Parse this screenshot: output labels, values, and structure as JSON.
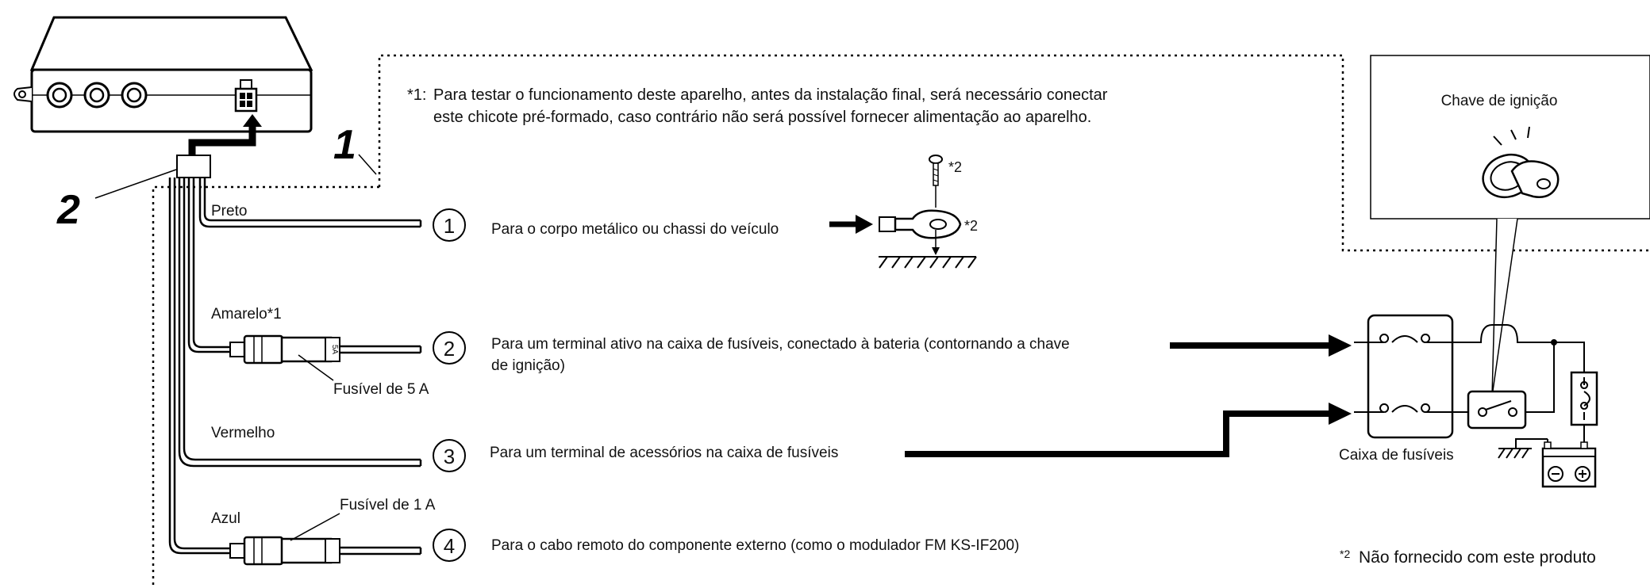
{
  "note1": {
    "marker": "*1:",
    "line1": "Para testar o funcionamento deste aparelho, antes da instalação final, será necessário conectar",
    "line2": "este chicote pré-formado, caso contrário não será possível fornecer alimentação ao aparelho."
  },
  "callouts": {
    "one": "1",
    "two": "2"
  },
  "wires": [
    {
      "color_label": "Preto",
      "number": "1",
      "destination": "Para o corpo metálico ou chassi do veículo"
    },
    {
      "color_label": "Amarelo*1",
      "number": "2",
      "destination_line1": "Para um terminal ativo na caixa de fusíveis, conectado à bateria (contornando a chave",
      "destination_line2": "de ignição)"
    },
    {
      "color_label": "Vermelho",
      "number": "3",
      "destination": "Para um terminal de acessórios na caixa de fusíveis"
    },
    {
      "color_label": "Azul",
      "number": "4",
      "destination": "Para o cabo remoto do componente externo (como o modulador FM KS-IF200)"
    }
  ],
  "fuses": {
    "fuse_5a": "Fusível de 5 A",
    "fuse_1a": "Fusível de 1 A",
    "fuse_mark": "5A"
  },
  "ground": {
    "screw_note": "*2",
    "lug_note": "*2"
  },
  "ignition_key_label": "Chave de ignição",
  "fuse_box_label": "Caixa de fusíveis",
  "note2": {
    "marker": "*2",
    "text": "Não fornecido com este produto"
  }
}
